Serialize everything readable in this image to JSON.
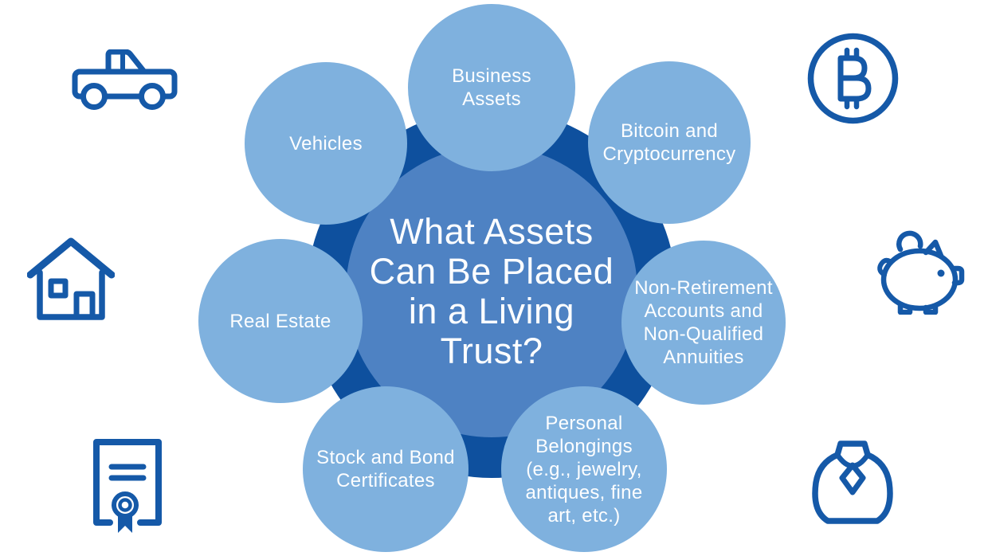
{
  "title": "What Assets Can Be Placed in a Living Trust? — infographic",
  "colors": {
    "ring": "#0E509E",
    "center_circle": "#4E82C3",
    "satellite_circle": "#7FB1DE",
    "icon_stroke": "#1559A8",
    "text": "#FDFEFF",
    "background": "#FFFFFF"
  },
  "center": {
    "title": "What Assets\nCan Be Placed\nin a Living\nTrust?"
  },
  "satellites": [
    {
      "id": "business-assets",
      "label": "Business\nAssets"
    },
    {
      "id": "bitcoin-cryptocurrency",
      "label": "Bitcoin and\nCryptocurrency"
    },
    {
      "id": "non-retirement-accounts",
      "label": "Non-Retirement\nAccounts and\nNon-Qualified\nAnnuities"
    },
    {
      "id": "personal-belongings",
      "label": "Personal\nBelongings\n(e.g., jewelry,\nantiques, fine\nart, etc.)"
    },
    {
      "id": "stock-bond-certificates",
      "label": "Stock and Bond\nCertificates"
    },
    {
      "id": "real-estate",
      "label": "Real Estate"
    },
    {
      "id": "vehicles",
      "label": "Vehicles"
    }
  ],
  "icons": [
    {
      "name": "pickup-truck-icon",
      "represents": "Vehicles"
    },
    {
      "name": "bitcoin-icon",
      "represents": "Bitcoin and Cryptocurrency"
    },
    {
      "name": "house-icon",
      "represents": "Real Estate"
    },
    {
      "name": "piggy-bank-icon",
      "represents": "Non-Retirement Accounts"
    },
    {
      "name": "certificate-icon",
      "represents": "Stock and Bond Certificates"
    },
    {
      "name": "necklace-icon",
      "represents": "Personal Belongings"
    }
  ]
}
